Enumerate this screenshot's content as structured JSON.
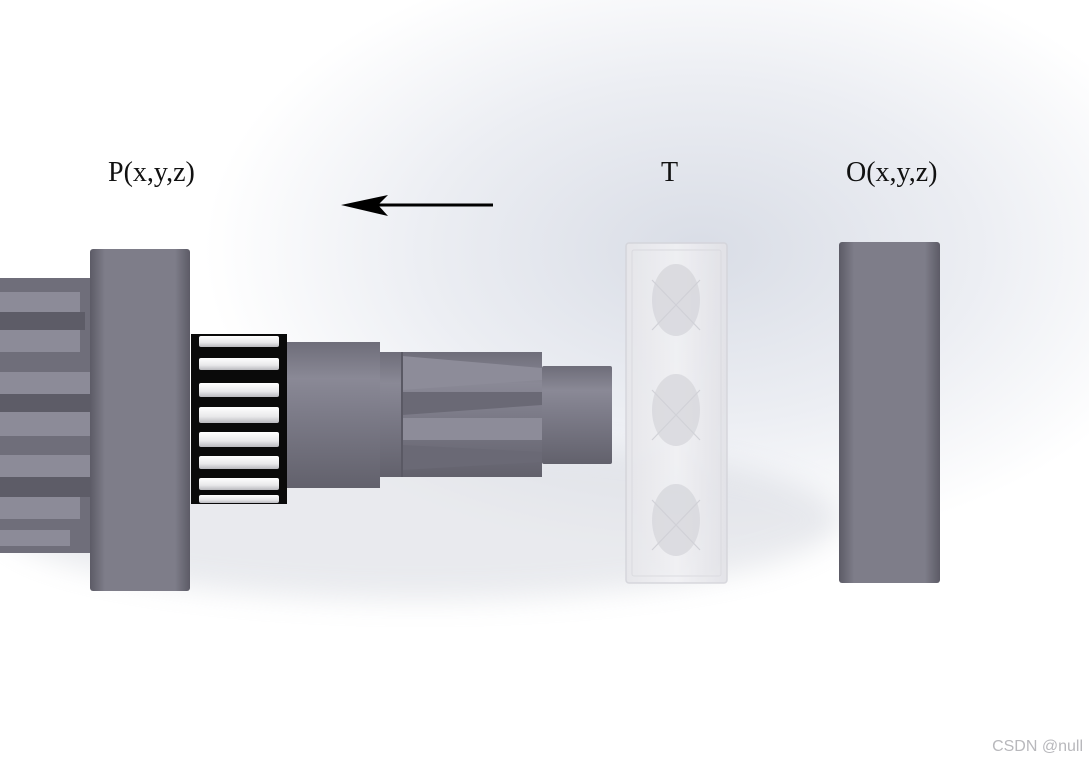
{
  "labels": {
    "start_point": "P(x,y,z)",
    "transform": "T",
    "origin_point": "O(x,y,z)"
  },
  "watermark": "CSDN @null",
  "colors": {
    "part_metal": "#7b7a86",
    "part_metal_dark": "#5e5d68",
    "transparent_ring": "#e2e2e6",
    "arrow": "#000000",
    "needle_cage": "#0a0a0a",
    "needle": "#f2f2f2"
  },
  "arrow_direction": "left"
}
